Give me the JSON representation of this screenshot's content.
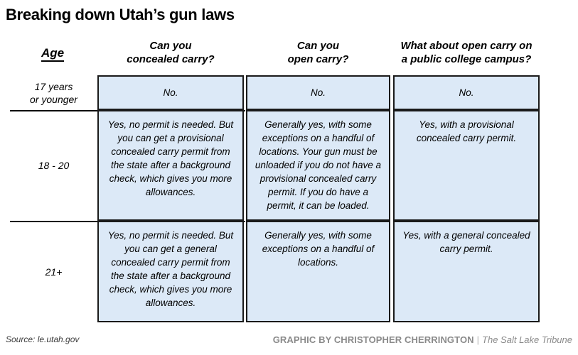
{
  "title": "Breaking down Utah’s gun laws",
  "columns": [
    {
      "id": "age",
      "label": "Age",
      "lines": [
        "Age"
      ]
    },
    {
      "id": "concealed-carry",
      "lines": [
        "Can you",
        "concealed carry?"
      ]
    },
    {
      "id": "open-carry",
      "lines": [
        "Can you",
        "open carry?"
      ]
    },
    {
      "id": "campus-open-carry",
      "lines": [
        "What about open carry on",
        "a public college campus?"
      ]
    }
  ],
  "rows": [
    {
      "age_lines": [
        "17 years",
        "or younger"
      ],
      "concealed_carry": "No.",
      "open_carry": "No.",
      "campus_open_carry": "No."
    },
    {
      "age_lines": [
        "18 - 20"
      ],
      "concealed_carry": "Yes, no permit is needed. But you can get a provisional concealed carry permit from the state after a background check, which gives you more allowances.",
      "open_carry": "Generally yes, with some exceptions on a handful of locations. Your gun must be unloaded if you do not have a provisional concealed carry permit. If you do have a permit, it can be loaded.",
      "campus_open_carry": "Yes, with a provisional concealed carry permit."
    },
    {
      "age_lines": [
        "21+"
      ],
      "concealed_carry": "Yes, no permit is needed. But you can get a general concealed carry permit from the state after a background check, which gives you more allowances.",
      "open_carry": "Generally yes, with some exceptions on a handful of locations.",
      "campus_open_carry": "Yes, with a general concealed carry permit."
    }
  ],
  "footer": {
    "source": "Source: le.utah.gov",
    "credit_by": "GRAPHIC BY CHRISTOPHER CHERRINGTON",
    "credit_separator": "|",
    "publication": "The Salt Lake Tribune"
  },
  "colors": {
    "cell_fill": "#dce9f7",
    "cell_border": "#1a1a1a",
    "text": "#000000",
    "footer_credit": "#8a8a8a",
    "background": "#ffffff"
  }
}
